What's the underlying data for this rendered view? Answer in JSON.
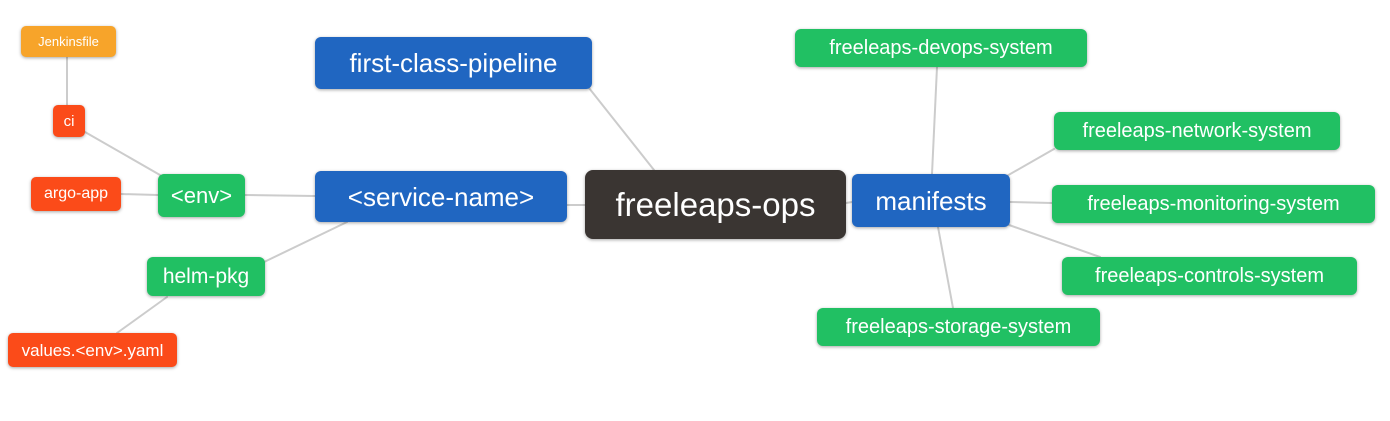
{
  "palette": {
    "root_bg": "#3a3532",
    "branch_bg": "#2066c1",
    "leaf_green_bg": "#21c063",
    "leaf_red_bg": "#fb4b19",
    "leaf_orange_bg": "#f7a42a",
    "text": "#ffffff",
    "connector": "#cccccc",
    "canvas_bg": "#ffffff"
  },
  "mindmap": {
    "root": {
      "label": "freeleaps-ops",
      "children": [
        {
          "label": "first-class-pipeline",
          "children": []
        },
        {
          "label": "<service-name>",
          "children": [
            {
              "label": "<env>",
              "children": [
                {
                  "label": "ci",
                  "children": [
                    {
                      "label": "Jenkinsfile",
                      "children": []
                    }
                  ]
                },
                {
                  "label": "argo-app",
                  "children": []
                }
              ]
            },
            {
              "label": "helm-pkg",
              "children": [
                {
                  "label": "values.<env>.yaml",
                  "children": []
                }
              ]
            }
          ]
        },
        {
          "label": "manifests",
          "children": [
            {
              "label": "freeleaps-devops-system",
              "children": []
            },
            {
              "label": "freeleaps-network-system",
              "children": []
            },
            {
              "label": "freeleaps-monitoring-system",
              "children": []
            },
            {
              "label": "freeleaps-controls-system",
              "children": []
            },
            {
              "label": "freeleaps-storage-system",
              "children": []
            }
          ]
        }
      ]
    }
  }
}
